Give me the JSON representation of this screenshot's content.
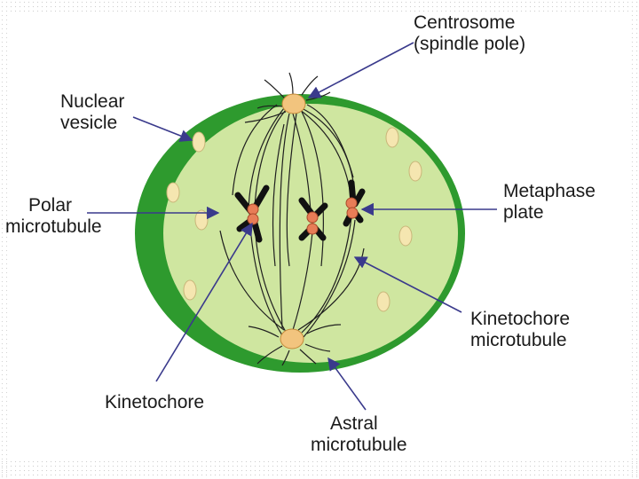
{
  "labels": {
    "centrosome": {
      "line1": "Centrosome",
      "line2": "(spindle pole)"
    },
    "nuclear_vesicle": {
      "line1": "Nuclear",
      "line2": "vesicle"
    },
    "polar_microtubule": {
      "line1": "Polar",
      "line2": "microtubule"
    },
    "metaphase_plate": {
      "line1": "Metaphase",
      "line2": "plate"
    },
    "kinetochore_microtubule": {
      "line1": "Kinetochore",
      "line2": "microtubule"
    },
    "kinetochore": {
      "line1": "Kinetochore"
    },
    "astral_microtubule": {
      "line1": "Astral",
      "line2": "microtubule"
    }
  },
  "colors": {
    "cell_wall": "#2e9a2e",
    "cytoplasm": "#cfe6a0",
    "vesicle": "#f5e6b0",
    "centrosome": "#f2c47e",
    "kinetochore": "#e87d57",
    "chromosome": "#111111",
    "arrow": "#3a3a8c"
  }
}
